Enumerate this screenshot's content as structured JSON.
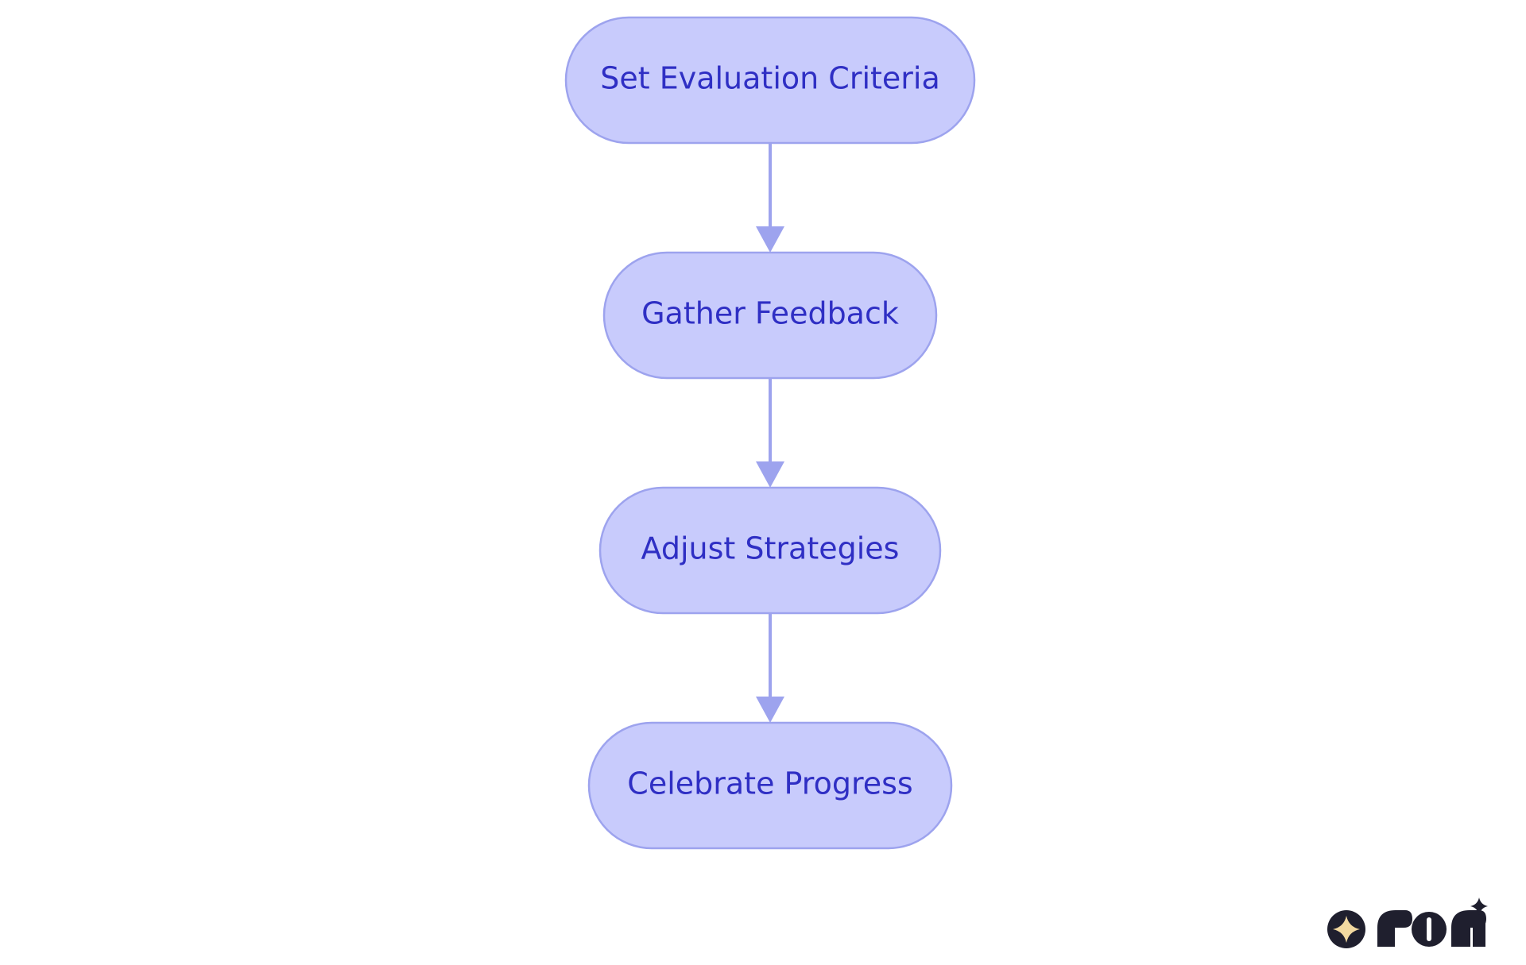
{
  "diagram": {
    "type": "flowchart",
    "direction": "top-to-bottom",
    "nodes": [
      {
        "id": "n1",
        "label": "Set Evaluation Criteria"
      },
      {
        "id": "n2",
        "label": "Gather Feedback"
      },
      {
        "id": "n3",
        "label": "Adjust Strategies"
      },
      {
        "id": "n4",
        "label": "Celebrate Progress"
      }
    ],
    "edges": [
      {
        "from": "n1",
        "to": "n2"
      },
      {
        "from": "n2",
        "to": "n3"
      },
      {
        "from": "n3",
        "to": "n4"
      }
    ]
  },
  "colors": {
    "background": "#ffffff",
    "node_fill": "#c8cbfc",
    "node_stroke": "#9da3ee",
    "node_text": "#2f2fc4",
    "edge": "#9da3ee",
    "logo_dark": "#1f1f2e",
    "logo_star": "#f2d9a0"
  },
  "logo": {
    "text": "rori",
    "icons": [
      "sparkle-icon",
      "sparkle-small-icon"
    ]
  }
}
